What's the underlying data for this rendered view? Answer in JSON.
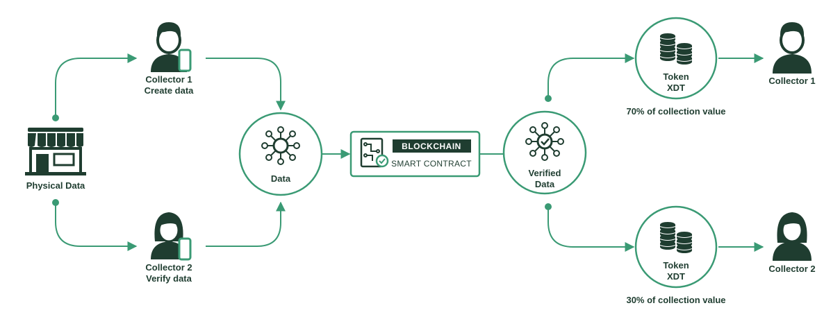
{
  "colors": {
    "accent": "#3a9a74",
    "dark": "#1f3d30",
    "background": "#ffffff"
  },
  "physical": {
    "label": "Physical Data",
    "icon": "shop-icon"
  },
  "collector_top_left": {
    "line1": "Collector 1",
    "line2": "Create data",
    "icon": "man-with-phone-icon"
  },
  "collector_bottom_left": {
    "line1": "Collector 2",
    "line2": "Verify data",
    "icon": "woman-with-phone-icon"
  },
  "data_node": {
    "label": "Data",
    "icon": "network-hub-icon"
  },
  "blockchain": {
    "title": "BLOCKCHAIN",
    "subtitle": "SMART CONTRACT",
    "icon": "contract-circuit-icon"
  },
  "verified_node": {
    "line1": "Verified",
    "line2": "Data",
    "icon": "verified-hub-icon"
  },
  "token_top": {
    "line1": "Token",
    "line2": "XDT",
    "caption": "70% of collection value",
    "icon": "coin-stack-icon"
  },
  "token_bottom": {
    "line1": "Token",
    "line2": "XDT",
    "caption": "30% of collection value",
    "icon": "coin-stack-icon"
  },
  "collector_top_right": {
    "label": "Collector 1",
    "icon": "man-icon"
  },
  "collector_bottom_right": {
    "label": "Collector 2",
    "icon": "woman-icon"
  }
}
